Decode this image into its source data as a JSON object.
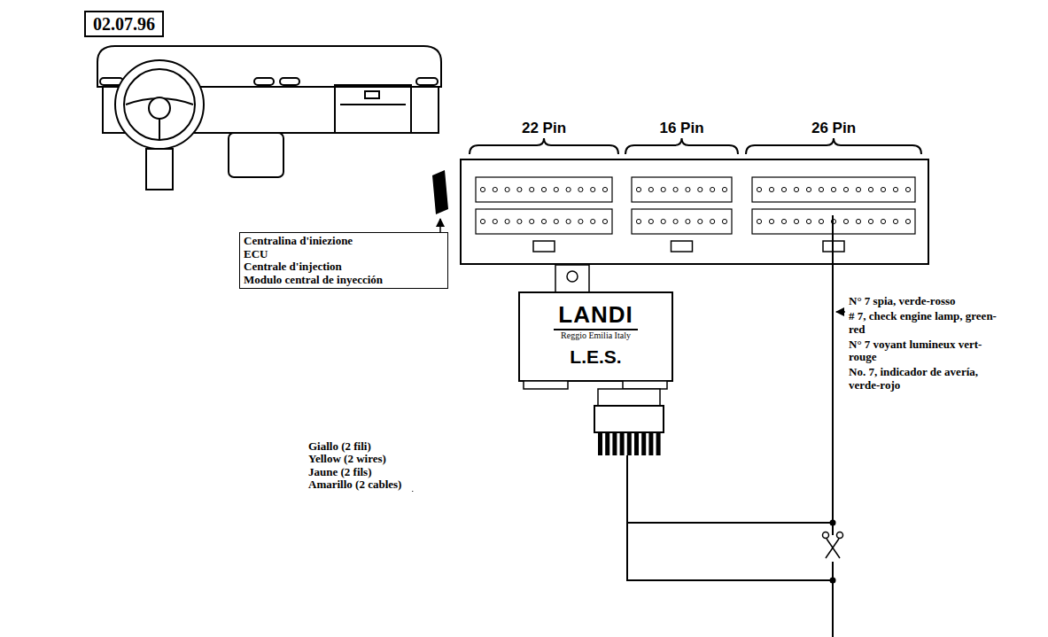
{
  "diagram": {
    "nodes": [
      {
        "text": [
          "02.07.96"
        ]
      },
      {
        "text": [
          "Centralina d'iniezione",
          "ECU",
          "Centrale d'injection",
          "Modulo central de inyección"
        ]
      },
      {
        "text": [
          "22 Pin"
        ]
      },
      {
        "text": [
          "16 Pin"
        ]
      },
      {
        "text": [
          "26 Pin"
        ]
      },
      {
        "text": [
          "LANDI",
          "Reggio Emilia Italy",
          "L.E.S."
        ]
      }
    ],
    "edges": [
      {
        "from": 4,
        "to": 5,
        "arrow": "none"
      }
    ],
    "labels": [
      "N° 7 spia, verde-rosso",
      "# 7, check engine lamp, green-red",
      "N° 7 voyant lumineux vert-rouge",
      "No. 7, indicador de avería, verde-rojo",
      "Giallo (2 fili)",
      "Yellow (2 wires)",
      "Jaune (2 fils)",
      "Amarillo (2 cables)"
    ]
  }
}
